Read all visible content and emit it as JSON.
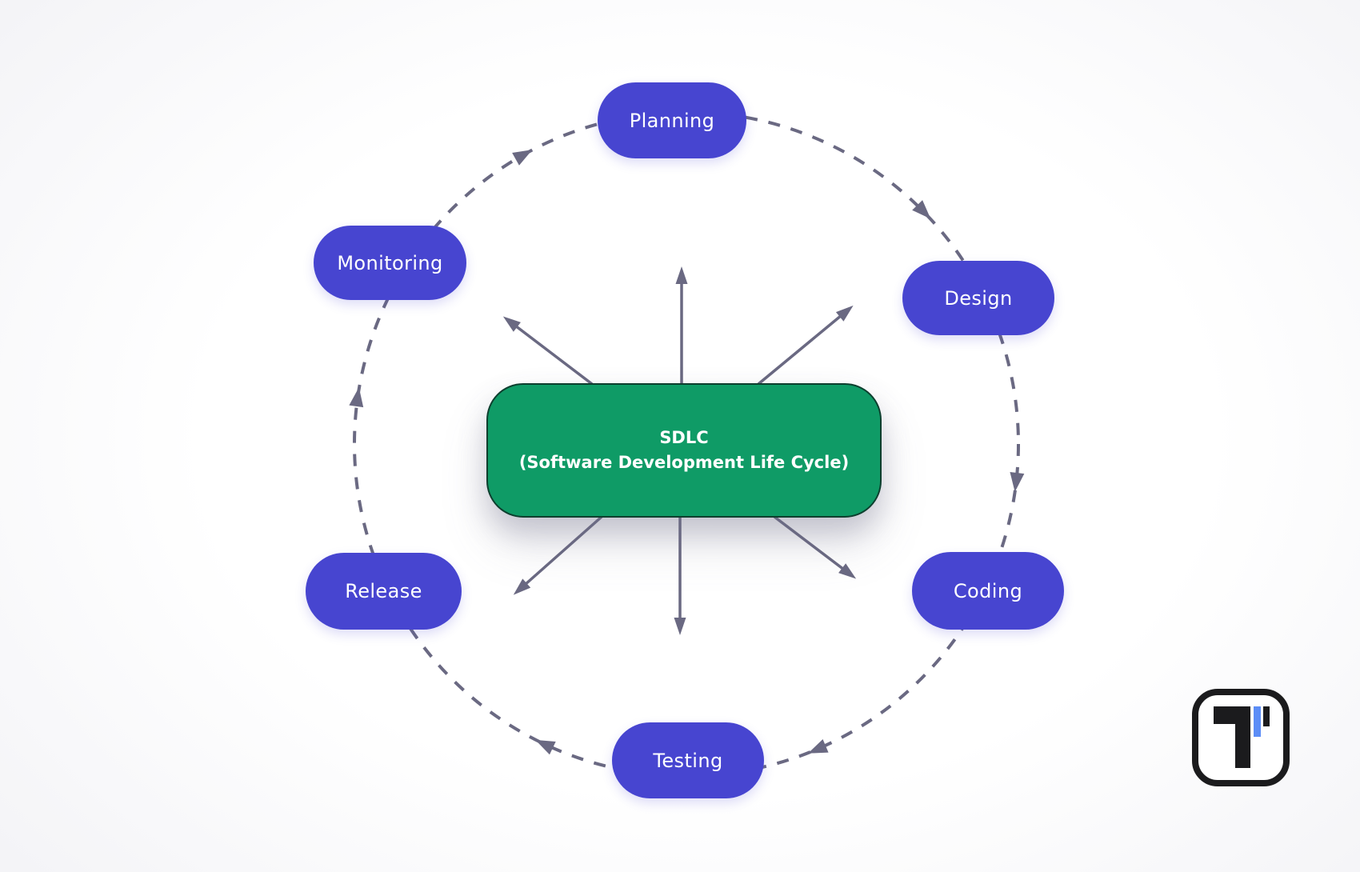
{
  "diagram": {
    "title": "SDLC",
    "center": {
      "title": "SDLC",
      "subtitle": "(Software Development Life Cycle)"
    },
    "nodes": [
      {
        "id": "planning",
        "label": "Planning"
      },
      {
        "id": "design",
        "label": "Design"
      },
      {
        "id": "coding",
        "label": "Coding"
      },
      {
        "id": "testing",
        "label": "Testing"
      },
      {
        "id": "release",
        "label": "Release"
      },
      {
        "id": "monitoring",
        "label": "Monitoring"
      }
    ],
    "cycle_flow": [
      "Planning",
      "Design",
      "Coding",
      "Testing",
      "Release",
      "Monitoring",
      "Planning"
    ],
    "colors": {
      "node_bg": "#4745d0",
      "node_text": "#ffffff",
      "center_bg": "#0f9b66",
      "center_border": "#0d3f2e",
      "center_text": "#ffffff",
      "connector": "#6a6982",
      "background": "#fbfbfc",
      "logo_black": "#1b1b1d",
      "logo_blue": "#5c8df6"
    }
  }
}
